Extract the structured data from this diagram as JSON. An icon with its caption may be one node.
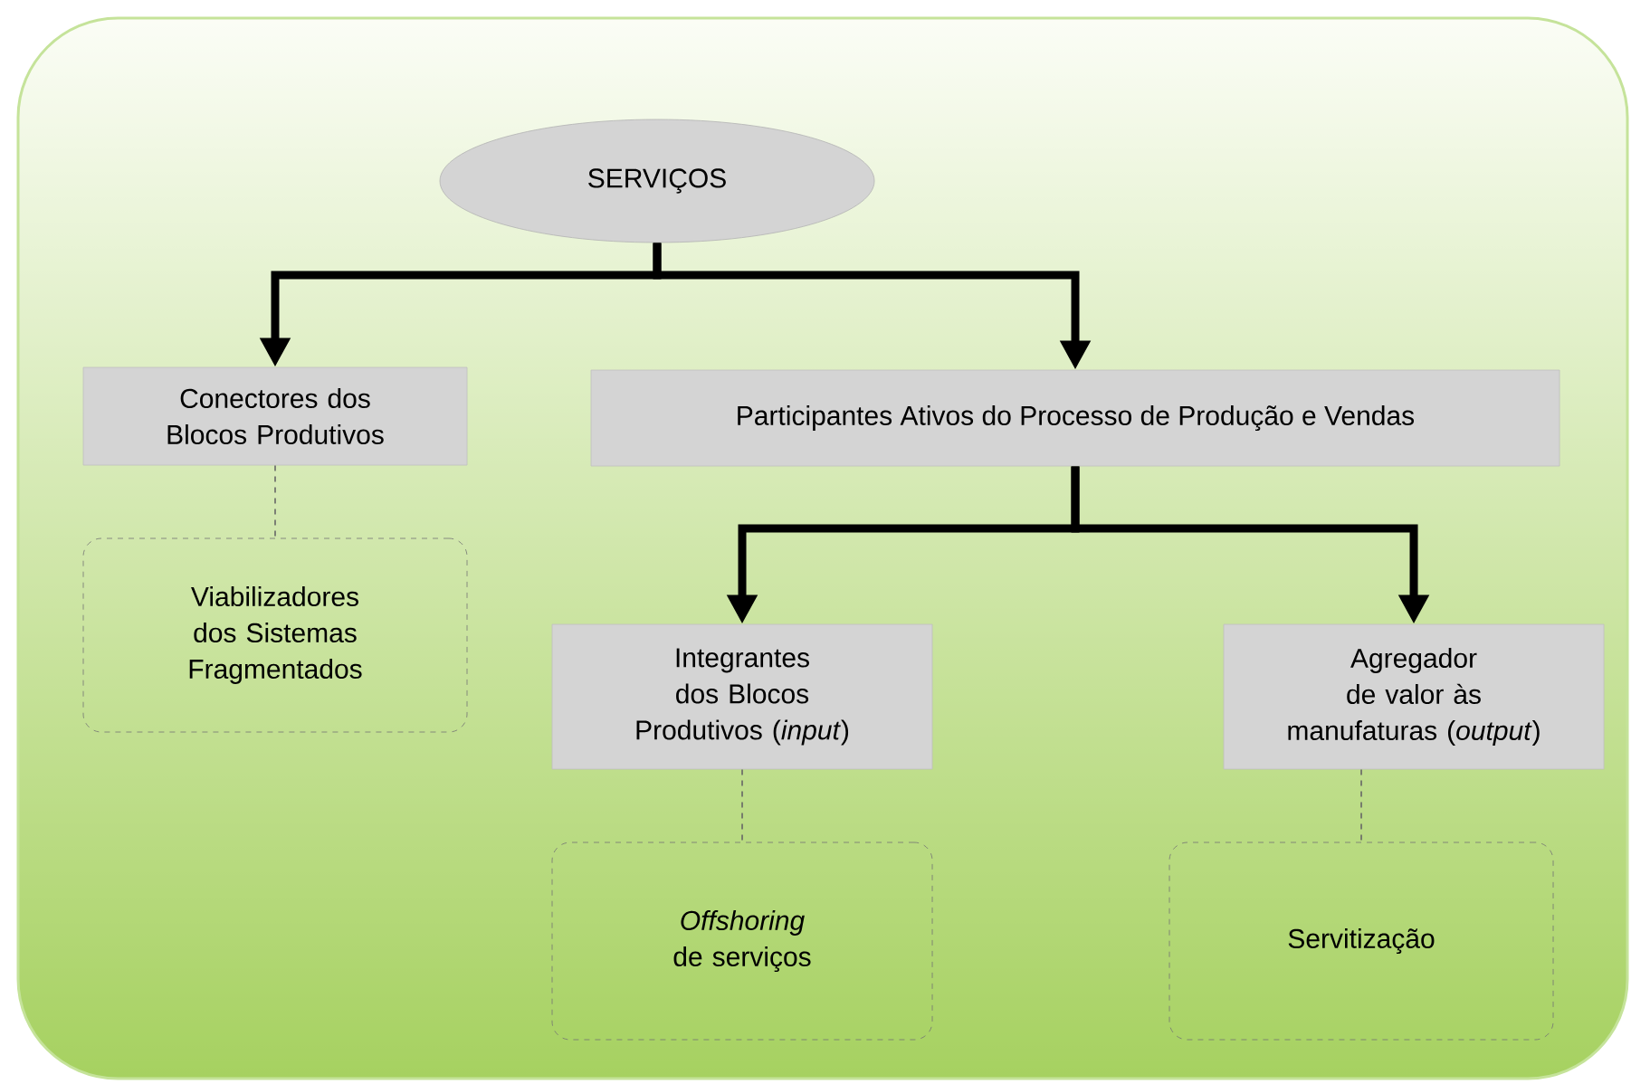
{
  "diagram": {
    "nodes": [
      {
        "text": [
          "SERVIÇOS"
        ]
      },
      {
        "text": [
          "Conectores dos Blocos Produtivos"
        ]
      },
      {
        "text": [
          "Viabilizadores dos Sistemas Fragmentados"
        ]
      },
      {
        "text": [
          "Participantes Ativos do Processo de Produção e Vendas"
        ]
      },
      {
        "text": [
          "Integrantes dos Blocos Produtivos (*input*)"
        ]
      },
      {
        "text": [
          "Agregador de valor às manufaturas (*output*)"
        ]
      },
      {
        "text": [
          "*Offshoring* de serviços"
        ]
      },
      {
        "text": [
          "Servitização"
        ]
      }
    ],
    "edges": [
      {
        "from": 0,
        "to": 1,
        "arrow": "to"
      },
      {
        "from": 0,
        "to": 3,
        "arrow": "to"
      },
      {
        "from": 1,
        "to": 2,
        "arrow": "none",
        "style": "dashed",
        "color": "#666666"
      },
      {
        "from": 3,
        "to": 4,
        "arrow": "to"
      },
      {
        "from": 3,
        "to": 5,
        "arrow": "to"
      },
      {
        "from": 4,
        "to": 6,
        "arrow": "none",
        "style": "dashed",
        "color": "#666666"
      },
      {
        "from": 5,
        "to": 7,
        "arrow": "none",
        "style": "dashed",
        "color": "#666666"
      }
    ]
  }
}
